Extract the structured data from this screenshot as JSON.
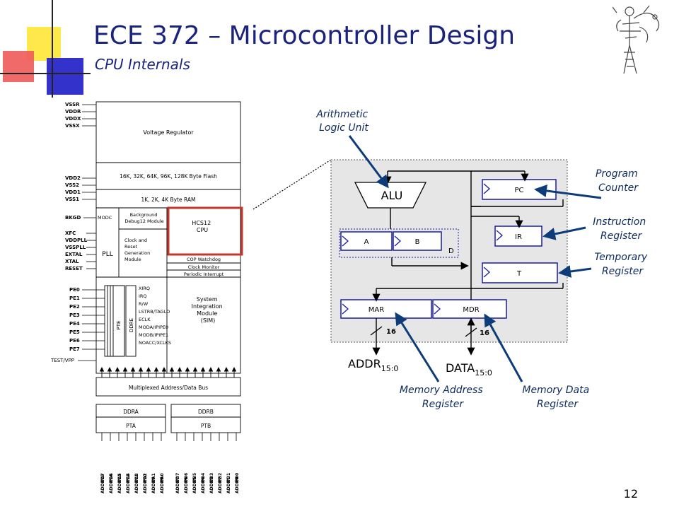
{
  "slide": {
    "title": "ECE 372 – Microcontroller Design",
    "subtitle": "CPU Internals",
    "page_number": "12"
  },
  "block_diagram": {
    "left_pins_top": [
      "VSSR",
      "VDDR",
      "VDDX",
      "VSSX"
    ],
    "left_pins_power": [
      "VDD2",
      "VSS2",
      "VDD1",
      "VSS1"
    ],
    "left_pins_bkgd": "BKGD",
    "left_pins_pll": [
      "XFC",
      "VDDPLL",
      "VSSPLL",
      "EXTAL",
      "XTAL",
      "RESET"
    ],
    "left_pins_pe": [
      "PE0",
      "PE1",
      "PE2",
      "PE3",
      "PE4",
      "PE5",
      "PE6",
      "PE7"
    ],
    "left_pin_test": "TEST/VPP",
    "voltage_regulator": "Voltage Regulator",
    "flash": "16K, 32K, 64K, 96K, 128K Byte Flash",
    "ram": "1K, 2K, 4K Byte RAM",
    "modc": "MODC",
    "bdm": [
      "Background",
      "Debug12 Module"
    ],
    "cpu": [
      "HCS12",
      "CPU"
    ],
    "pll": "PLL",
    "crg": [
      "Clock and",
      "Reset",
      "Generation",
      "Module"
    ],
    "cop": "COP Watchdog",
    "clock_monitor": "Clock Monitor",
    "periodic_interrupt": "Periodic Interrupt",
    "pte": "PTE",
    "ddre": "DDRE",
    "sim_signals": [
      "XIRQ",
      "IRQ",
      "R/W",
      "LSTRB/TAGLO",
      "ECLK",
      "MODA/IPIPE0",
      "MODB/IPIPE1",
      "NOACC/XCLKS"
    ],
    "sim": [
      "System",
      "Integration",
      "Module",
      "(SIM)"
    ],
    "bus": "Multiplexed Address/Data Bus",
    "ddra": "DDRA",
    "ddrb": "DDRB",
    "pta": "PTA",
    "ptb": "PTB",
    "porta_bits": [
      "PA7",
      "PA6",
      "PA5",
      "PA4",
      "PA3",
      "PA2",
      "PA1",
      "PA0"
    ],
    "portb_bits": [
      "PB7",
      "PB6",
      "PB5",
      "PB4",
      "PB3",
      "PB2",
      "PB1",
      "PB0"
    ],
    "addr_hi": [
      "ADDR15",
      "ADDR14",
      "ADDR13",
      "ADDR12",
      "ADDR11",
      "ADDR10",
      "ADDR9",
      "ADDR8"
    ],
    "addr_lo": [
      "ADDR7",
      "ADDR6",
      "ADDR5",
      "ADDR4",
      "ADDR3",
      "ADDR2",
      "ADDR1",
      "ADDR0"
    ]
  },
  "cpu_internals": {
    "alu": "ALU",
    "reg_a": "A",
    "reg_b": "B",
    "reg_d": "D",
    "pc": "PC",
    "ir": "IR",
    "t": "T",
    "mar": "MAR",
    "mdr": "MDR",
    "addr_width": "16",
    "data_width": "16",
    "addr_label": "ADDR",
    "addr_sub": "15:0",
    "data_label": "DATA",
    "data_sub": "15:0"
  },
  "callouts": {
    "alu": [
      "Arithmetic",
      "Logic Unit"
    ],
    "pc": [
      "Program",
      "Counter"
    ],
    "ir": [
      "Instruction",
      "Register"
    ],
    "t": [
      "Temporary",
      "Register"
    ],
    "mar": [
      "Memory Address",
      "Register"
    ],
    "mdr": [
      "Memory Data",
      "Register"
    ]
  },
  "colors": {
    "title": "#1a237e",
    "register_border": "#1a1aa8",
    "arrow": "#0d3c78",
    "highlight": "#c0392b",
    "deco_yellow": "#ffe94a",
    "deco_red": "#f05a5a",
    "deco_blue": "#3333cc",
    "cpu_area_bg": "#e6e6e6"
  }
}
